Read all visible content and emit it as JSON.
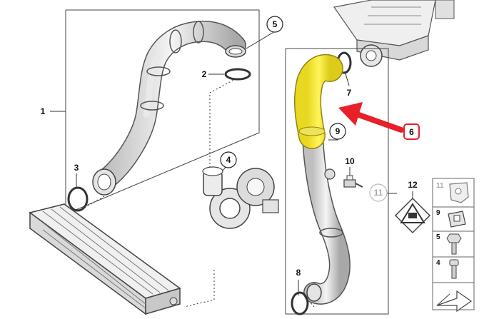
{
  "diagram": {
    "part_labels": {
      "p1": "1",
      "p2": "2",
      "p3": "3",
      "p4": "4",
      "p5": "5",
      "p6": "6",
      "p7": "7",
      "p8": "8",
      "p9": "9",
      "p10": "10",
      "p11": "11",
      "p12": "12"
    },
    "side_legend": {
      "items": [
        {
          "number": "11",
          "icon": "bracket-clip-icon"
        },
        {
          "number": "9",
          "icon": "spring-clip-icon"
        },
        {
          "number": "5",
          "icon": "hex-bolt-icon"
        },
        {
          "number": "4",
          "icon": "socket-bolt-icon"
        }
      ],
      "footer_icon": "folded-arrow-icon"
    },
    "highlight": {
      "part": "6",
      "color": "#f5ea3c",
      "arrow_color": "#e8202a"
    }
  }
}
